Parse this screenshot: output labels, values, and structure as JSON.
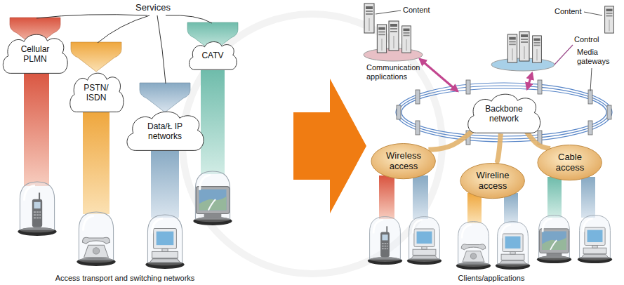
{
  "diagram": {
    "nodes": [
      {
        "text": [
          "Cellular PLMN"
        ]
      },
      {
        "text": [
          "PSTN/ ISDN"
        ]
      },
      {
        "text": [
          "Data/Ł IP networks"
        ]
      },
      {
        "text": [
          "CATV"
        ]
      },
      {
        "text": [
          "Backbone network"
        ]
      },
      {
        "text": [
          "Wireless access"
        ]
      },
      {
        "text": [
          "Wireline access"
        ]
      },
      {
        "text": [
          "Cable access"
        ]
      }
    ],
    "edges": [
      {
        "from": 4,
        "to": 5,
        "arrow": "none"
      },
      {
        "from": 4,
        "to": 6,
        "arrow": "none"
      },
      {
        "from": 4,
        "to": 7,
        "arrow": "none"
      }
    ],
    "labels": [
      "Services",
      "Access transport and switching networks",
      "Content",
      "Content",
      "Control",
      "Communication applications",
      "Media gateways",
      "Clients/applications"
    ]
  }
}
